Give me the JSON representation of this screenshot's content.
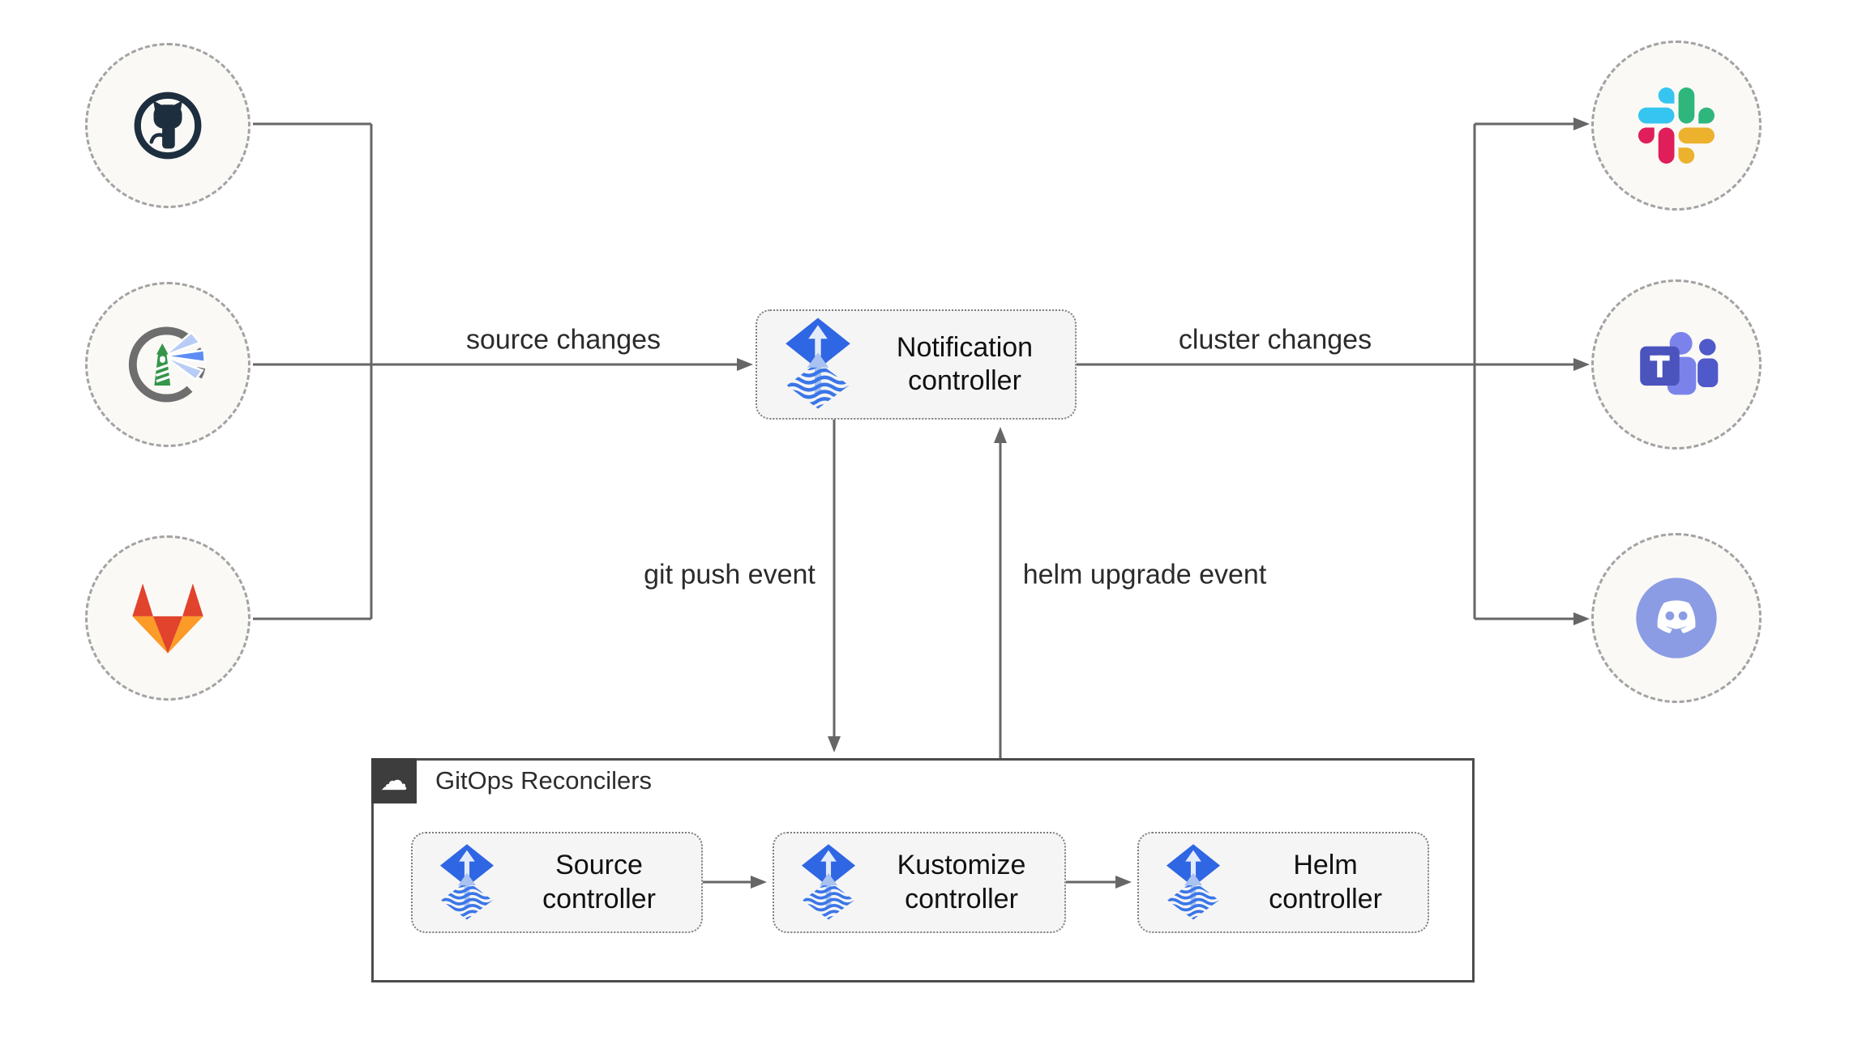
{
  "nodes": {
    "sources": [
      {
        "icon": "github-icon"
      },
      {
        "icon": "harbor-icon"
      },
      {
        "icon": "gitlab-icon"
      }
    ],
    "notification_controller": {
      "label": "Notification controller",
      "icon": "flux-icon"
    },
    "targets": [
      {
        "icon": "slack-icon"
      },
      {
        "icon": "microsoft-teams-icon"
      },
      {
        "icon": "discord-icon"
      }
    ]
  },
  "edges": {
    "source_changes": "source changes",
    "cluster_changes": "cluster changes",
    "git_push_event": "git push event",
    "helm_upgrade_event": "helm upgrade event"
  },
  "reconcilers": {
    "title": "GitOps Reconcilers",
    "icon": "cloud-icon",
    "badge_glyph": "☁",
    "nodes": [
      {
        "label": "Source controller",
        "icon": "flux-icon"
      },
      {
        "label": "Kustomize controller",
        "icon": "flux-icon"
      },
      {
        "label": "Helm controller",
        "icon": "flux-icon"
      }
    ]
  },
  "colors": {
    "background": "#ffffff",
    "connector": "#666666",
    "node_fill": "#f5f5f5",
    "node_border": "#7d7d7d",
    "circle_fill": "#faf9f6",
    "circle_border": "#a3a3a3",
    "container_border": "#4c4c4c",
    "badge_bg": "#3d3d3d",
    "flux_blue": "#2f66e3",
    "flux_wave_blue": "#3b76e8",
    "flux_light_blue": "#a9c2f2",
    "github_dark": "#1d2f3f",
    "harbor_green": "#35954a",
    "harbor_gray": "#6e6e6e",
    "gitlab_red": "#e1432d",
    "gitlab_amber": "#fc9b28",
    "slack_blue": "#36c5f0",
    "slack_green": "#2eb67d",
    "slack_yellow": "#ecb22e",
    "slack_pink": "#e01e5a",
    "teams_indigo": "#4b53bc",
    "teams_periwinkle": "#7b83eb",
    "discord_blurple": "#8b9ce4",
    "text": "#1f1f1f"
  }
}
